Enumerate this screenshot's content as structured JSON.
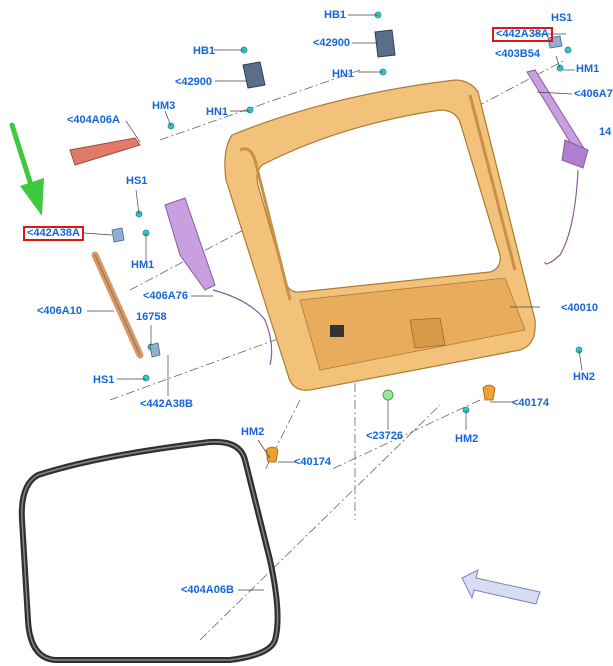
{
  "diagram": {
    "part_labels": {
      "hb1_top": "HB1",
      "hs1_top_right": "HS1",
      "a442A38A_top_right": "<442A38A",
      "a42900_top": "<42900",
      "hb1_left": "HB1",
      "a403B54": "<403B54",
      "hm1_top_right": "HM1",
      "hn1_top": "HN1",
      "a42900_left": "<42900",
      "a406A7": "<406A7",
      "hn1_left": "HN1",
      "a404A06A": "<404A06A",
      "hm3": "HM3",
      "n14_partial": "14",
      "hs1_left": "HS1",
      "a442A38A_left": "<442A38A",
      "hm1_left": "HM1",
      "a406A76": "<406A76",
      "a40010": "<40010",
      "a406A10": "<406A10",
      "n16758": "16758",
      "hn2": "HN2",
      "hs1_bottom": "HS1",
      "a442A38B": "<442A38B",
      "a40174_right": "<40174",
      "hm2_right": "HM2",
      "a23726": "<23726",
      "hm2_left": "HM2",
      "a40174_left": "<40174",
      "a404A06B": "<404A06B"
    },
    "colors": {
      "label": "#1565d8",
      "highlight_box": "#e01515",
      "pointer_arrow": "#3ec93e",
      "tailgate": "#f2c27a",
      "strut": "#d49a6a",
      "trim_panel": "#c8a0e0",
      "seal": "#303030",
      "spoiler": "#e07b6a",
      "fastener": "#33c7c7"
    },
    "icons": [
      "green-pointer-arrow-icon",
      "direction-arrow-icon"
    ]
  }
}
